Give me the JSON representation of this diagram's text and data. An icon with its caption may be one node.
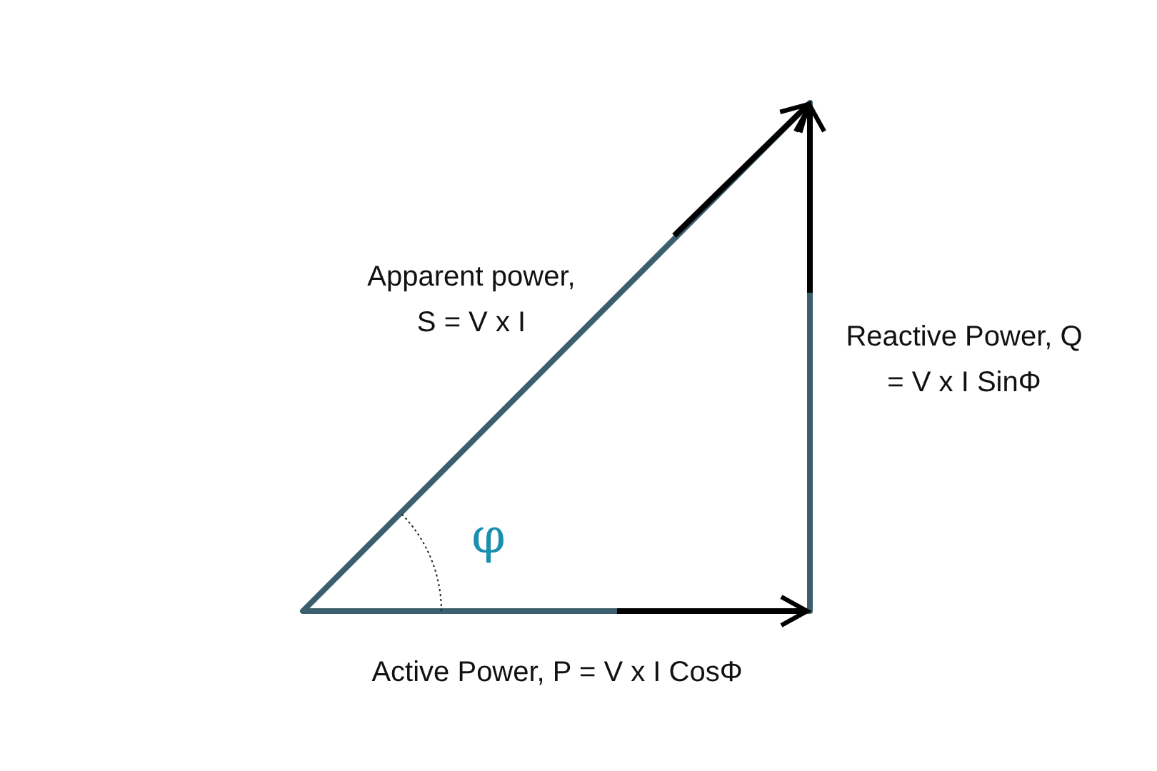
{
  "diagram": {
    "labels": [
      "Apparent power, S = V x I",
      "Reactive Power, Q = V x I SinΦ",
      "φ",
      "Active Power, P = V x I CosΦ"
    ]
  }
}
